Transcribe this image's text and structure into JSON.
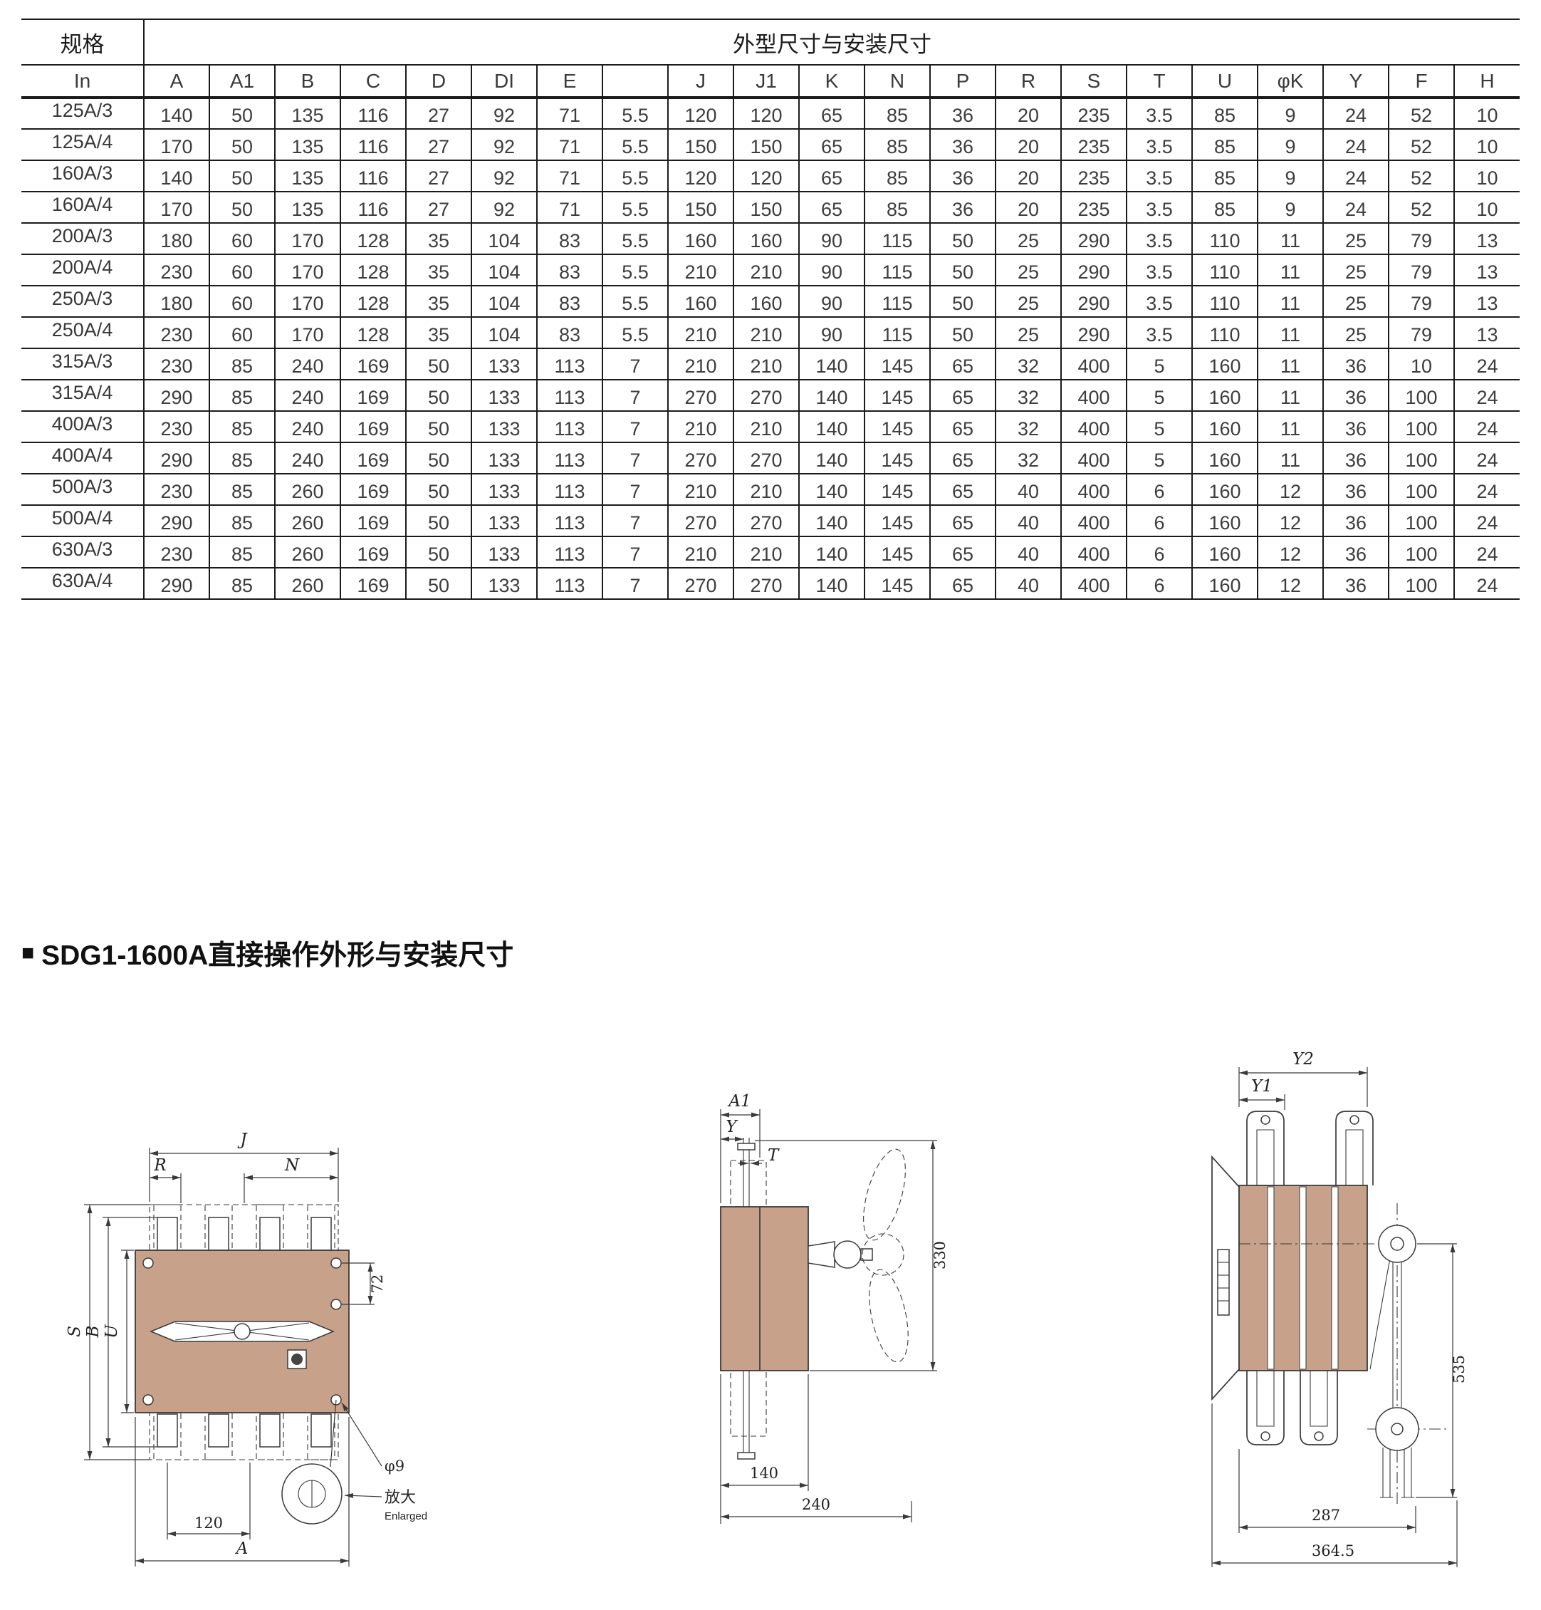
{
  "table": {
    "spec_header": "规格",
    "dims_header": "外型尺寸与安装尺寸",
    "columns": [
      "In",
      "A",
      "A1",
      "B",
      "C",
      "D",
      "DI",
      "E",
      "",
      "J",
      "J1",
      "K",
      "N",
      "P",
      "R",
      "S",
      "T",
      "U",
      "φK",
      "Y",
      "F",
      "H"
    ],
    "rows": [
      [
        "125A/3",
        "140",
        "50",
        "135",
        "116",
        "27",
        "92",
        "71",
        "5.5",
        "120",
        "120",
        "65",
        "85",
        "36",
        "20",
        "235",
        "3.5",
        "85",
        "9",
        "24",
        "52",
        "10"
      ],
      [
        "125A/4",
        "170",
        "50",
        "135",
        "116",
        "27",
        "92",
        "71",
        "5.5",
        "150",
        "150",
        "65",
        "85",
        "36",
        "20",
        "235",
        "3.5",
        "85",
        "9",
        "24",
        "52",
        "10"
      ],
      [
        "160A/3",
        "140",
        "50",
        "135",
        "116",
        "27",
        "92",
        "71",
        "5.5",
        "120",
        "120",
        "65",
        "85",
        "36",
        "20",
        "235",
        "3.5",
        "85",
        "9",
        "24",
        "52",
        "10"
      ],
      [
        "160A/4",
        "170",
        "50",
        "135",
        "116",
        "27",
        "92",
        "71",
        "5.5",
        "150",
        "150",
        "65",
        "85",
        "36",
        "20",
        "235",
        "3.5",
        "85",
        "9",
        "24",
        "52",
        "10"
      ],
      [
        "200A/3",
        "180",
        "60",
        "170",
        "128",
        "35",
        "104",
        "83",
        "5.5",
        "160",
        "160",
        "90",
        "115",
        "50",
        "25",
        "290",
        "3.5",
        "110",
        "11",
        "25",
        "79",
        "13"
      ],
      [
        "200A/4",
        "230",
        "60",
        "170",
        "128",
        "35",
        "104",
        "83",
        "5.5",
        "210",
        "210",
        "90",
        "115",
        "50",
        "25",
        "290",
        "3.5",
        "110",
        "11",
        "25",
        "79",
        "13"
      ],
      [
        "250A/3",
        "180",
        "60",
        "170",
        "128",
        "35",
        "104",
        "83",
        "5.5",
        "160",
        "160",
        "90",
        "115",
        "50",
        "25",
        "290",
        "3.5",
        "110",
        "11",
        "25",
        "79",
        "13"
      ],
      [
        "250A/4",
        "230",
        "60",
        "170",
        "128",
        "35",
        "104",
        "83",
        "5.5",
        "210",
        "210",
        "90",
        "115",
        "50",
        "25",
        "290",
        "3.5",
        "110",
        "11",
        "25",
        "79",
        "13"
      ],
      [
        "315A/3",
        "230",
        "85",
        "240",
        "169",
        "50",
        "133",
        "113",
        "7",
        "210",
        "210",
        "140",
        "145",
        "65",
        "32",
        "400",
        "5",
        "160",
        "11",
        "36",
        "10",
        "24"
      ],
      [
        "315A/4",
        "290",
        "85",
        "240",
        "169",
        "50",
        "133",
        "113",
        "7",
        "270",
        "270",
        "140",
        "145",
        "65",
        "32",
        "400",
        "5",
        "160",
        "11",
        "36",
        "100",
        "24"
      ],
      [
        "400A/3",
        "230",
        "85",
        "240",
        "169",
        "50",
        "133",
        "113",
        "7",
        "210",
        "210",
        "140",
        "145",
        "65",
        "32",
        "400",
        "5",
        "160",
        "11",
        "36",
        "100",
        "24"
      ],
      [
        "400A/4",
        "290",
        "85",
        "240",
        "169",
        "50",
        "133",
        "113",
        "7",
        "270",
        "270",
        "140",
        "145",
        "65",
        "32",
        "400",
        "5",
        "160",
        "11",
        "36",
        "100",
        "24"
      ],
      [
        "500A/3",
        "230",
        "85",
        "260",
        "169",
        "50",
        "133",
        "113",
        "7",
        "210",
        "210",
        "140",
        "145",
        "65",
        "40",
        "400",
        "6",
        "160",
        "12",
        "36",
        "100",
        "24"
      ],
      [
        "500A/4",
        "290",
        "85",
        "260",
        "169",
        "50",
        "133",
        "113",
        "7",
        "270",
        "270",
        "140",
        "145",
        "65",
        "40",
        "400",
        "6",
        "160",
        "12",
        "36",
        "100",
        "24"
      ],
      [
        "630A/3",
        "230",
        "85",
        "260",
        "169",
        "50",
        "133",
        "113",
        "7",
        "210",
        "210",
        "140",
        "145",
        "65",
        "40",
        "400",
        "6",
        "160",
        "12",
        "36",
        "100",
        "24"
      ],
      [
        "630A/4",
        "290",
        "85",
        "260",
        "169",
        "50",
        "133",
        "113",
        "7",
        "270",
        "270",
        "140",
        "145",
        "65",
        "40",
        "400",
        "6",
        "160",
        "12",
        "36",
        "100",
        "24"
      ]
    ]
  },
  "section": {
    "bullet": "■",
    "title": "SDG1-1600A直接操作外形与安装尺寸"
  },
  "drawings": {
    "front": {
      "dim_j": "J",
      "dim_r": "R",
      "dim_n": "N",
      "dim_s": "S",
      "dim_b": "B",
      "dim_u": "U",
      "dim_72": "72",
      "dim_phi9": "φ9",
      "enlarge_cn": "放大",
      "enlarge_en": "Enlarged",
      "dim_120": "120",
      "dim_a": "A"
    },
    "side": {
      "dim_a1": "A1",
      "dim_y": "Y",
      "dim_t": "T",
      "dim_330": "330",
      "dim_140": "140",
      "dim_240": "240"
    },
    "top": {
      "dim_y2": "Y2",
      "dim_y1": "Y1",
      "dim_535": "535",
      "dim_287": "287",
      "dim_364_5": "364.5"
    }
  },
  "colors": {
    "switch_body_tan": "#c7a189",
    "line": "#3a3a3a"
  }
}
